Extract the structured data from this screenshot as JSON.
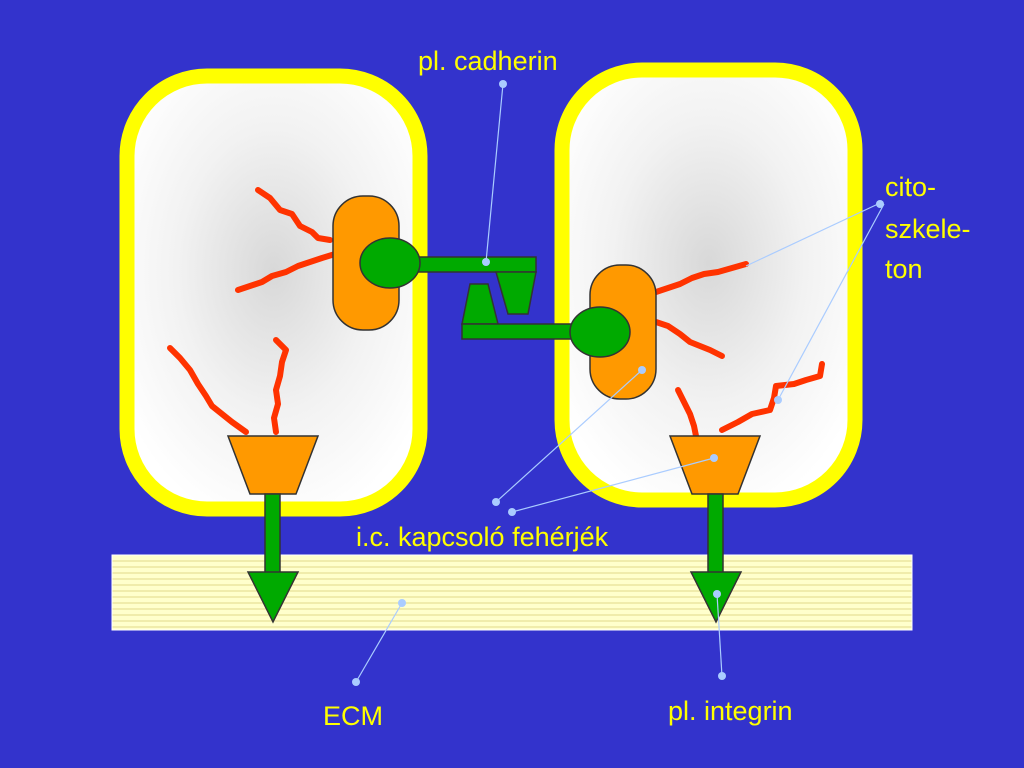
{
  "labels": {
    "cadherin": "pl. cadherin",
    "cytoskeleton_line1": "cito-",
    "cytoskeleton_line2": "szkele-",
    "cytoskeleton_line3": "ton",
    "adaptor_proteins": "i.c. kapcsoló fehérjék",
    "ecm": "ECM",
    "integrin": "pl. integrin"
  },
  "colors": {
    "background": "#3333cc",
    "cell_border": "#ffff00",
    "cell_fill": "#ffffff",
    "cytoskeleton": "#ff3300",
    "adaptor": "#ff9900",
    "receptor": "#00aa00",
    "ecm_fill": "#ffffcc",
    "ecm_lines": "#e6e08a",
    "label_text": "#ffff00",
    "leader_line": "#aaccff"
  }
}
